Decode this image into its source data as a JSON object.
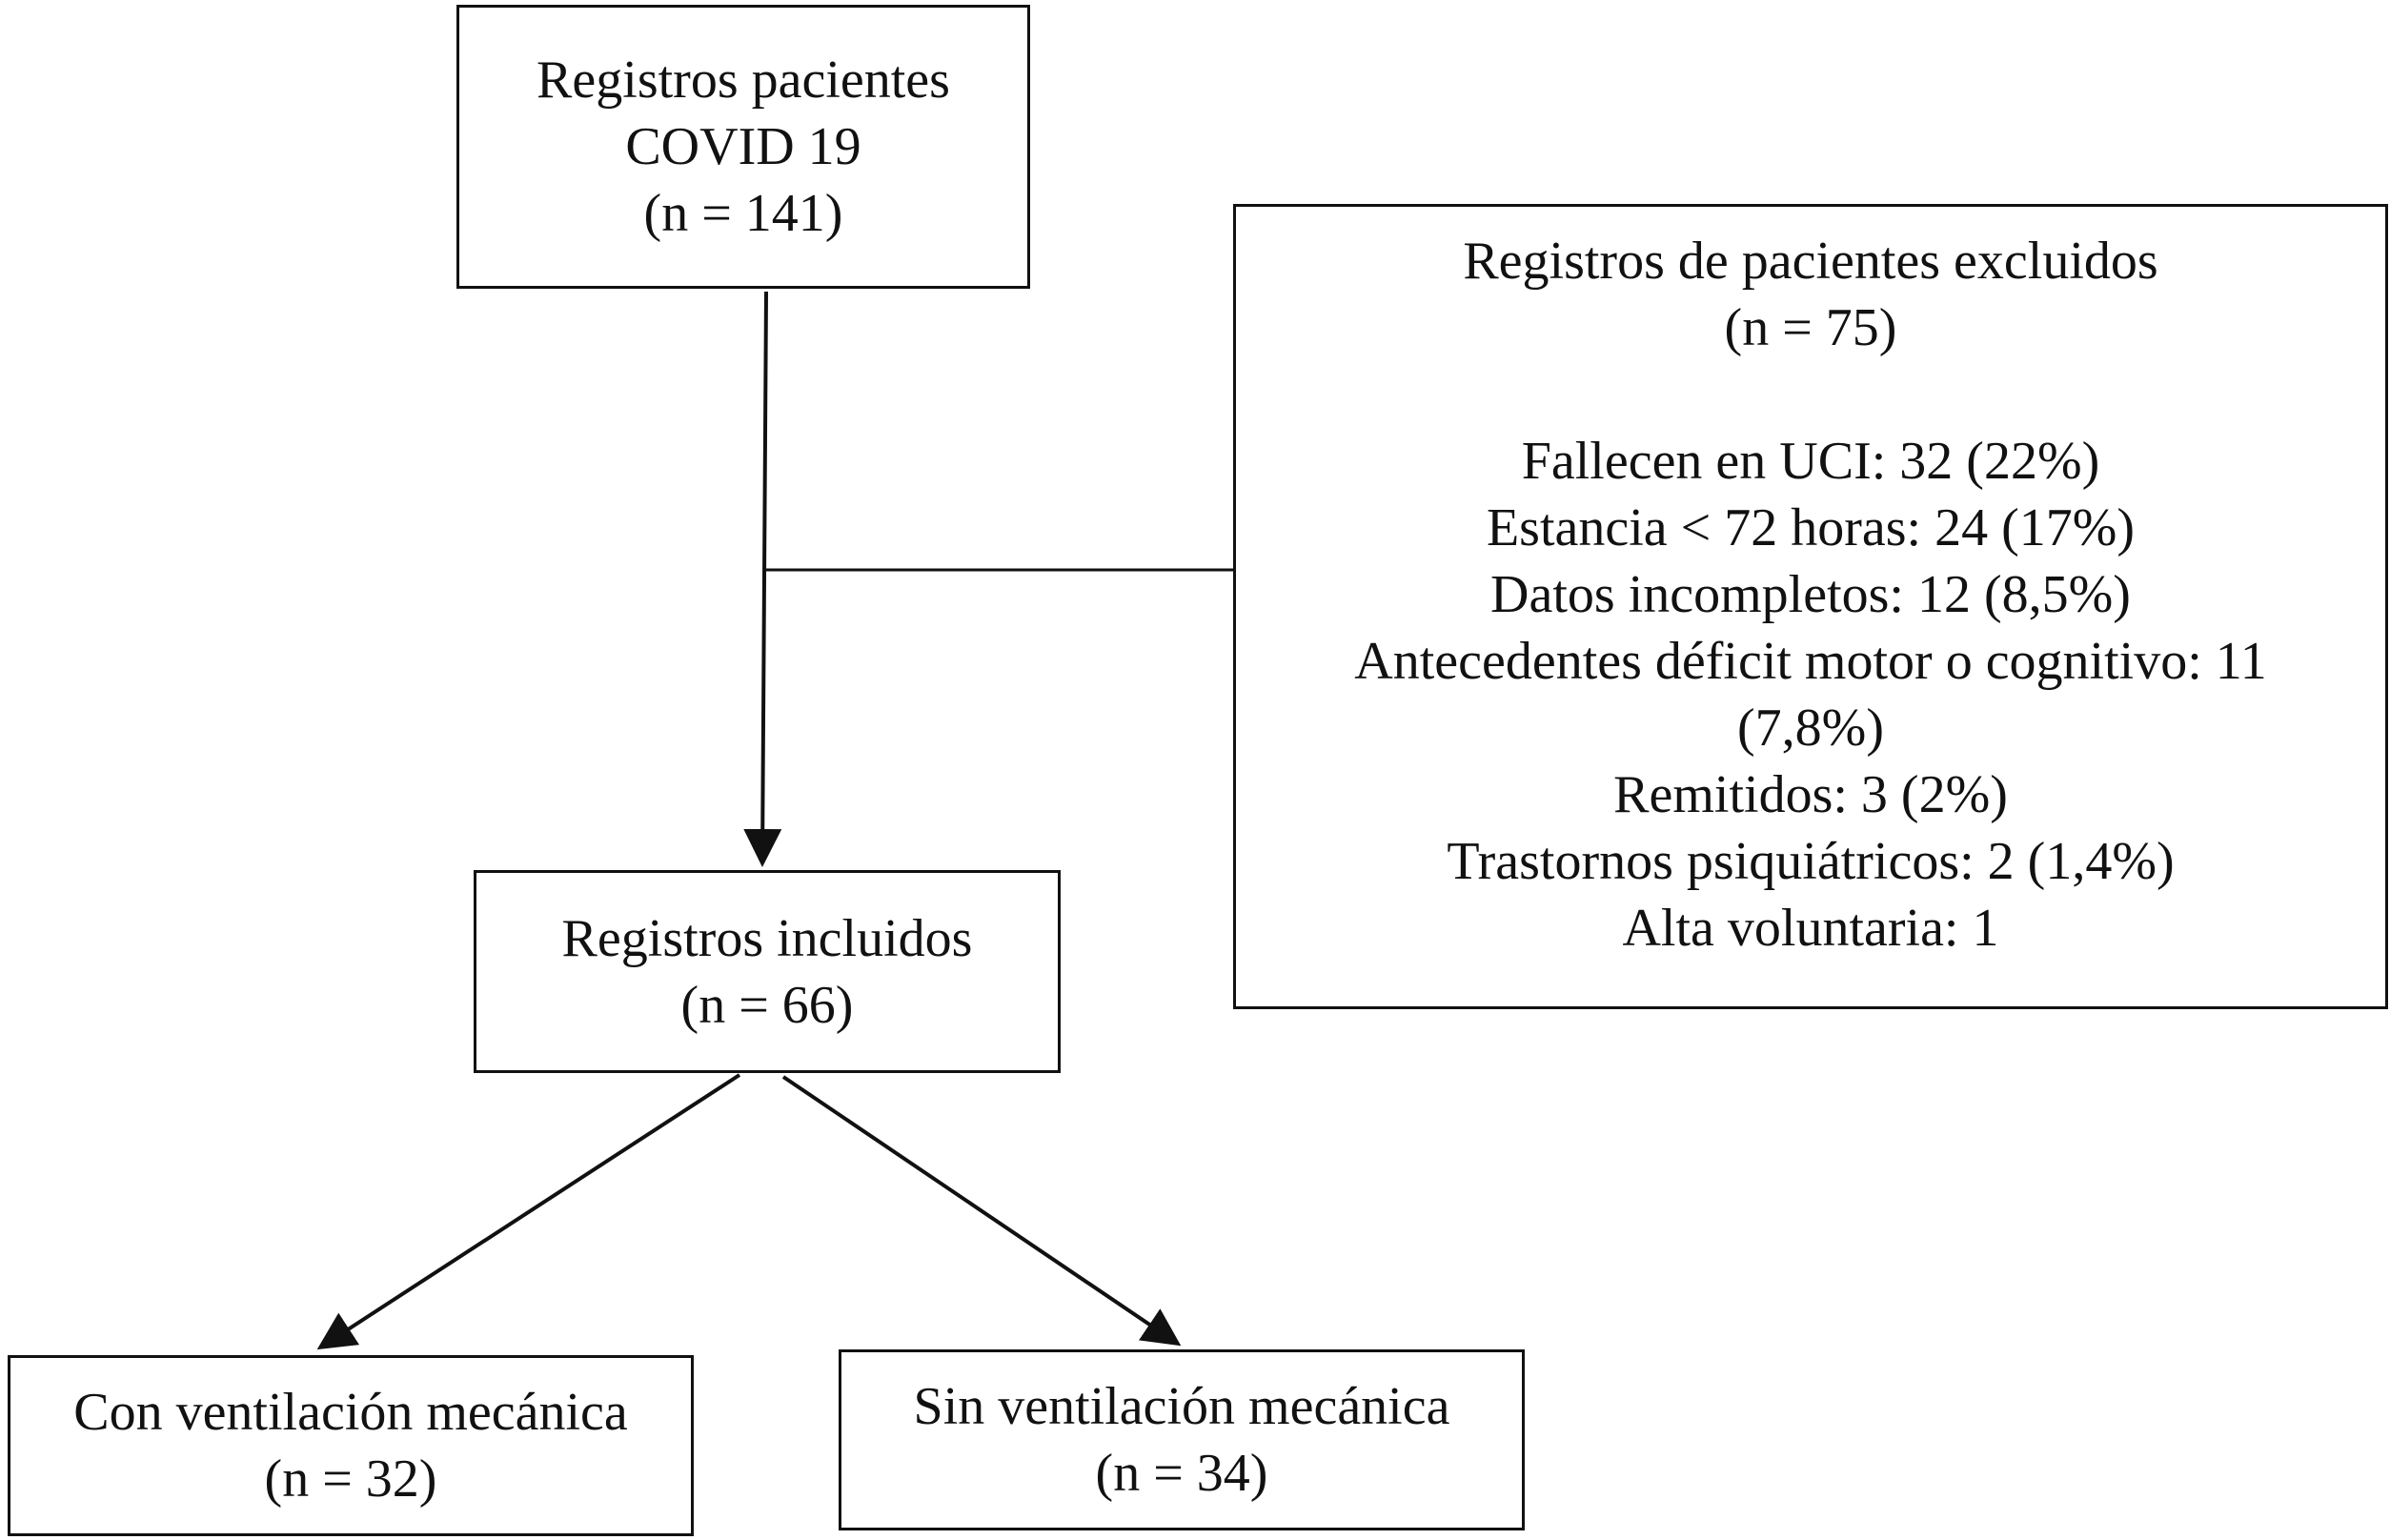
{
  "boxes": {
    "total": {
      "lines": [
        "Registros pacientes",
        "COVID 19",
        "(n = 141)"
      ]
    },
    "excluded": {
      "title": "Registros de pacientes excluidos",
      "count": "(n = 75)",
      "reasons": [
        "Fallecen en UCI: 32 (22%)",
        "Estancia < 72 horas: 24 (17%)",
        "Datos incompletos: 12 (8,5%)",
        "Antecedentes déficit motor o cognitivo: 11",
        "(7,8%)",
        "Remitidos: 3 (2%)",
        "Trastornos psiquiátricos: 2 (1,4%)",
        "Alta voluntaria: 1"
      ]
    },
    "included": {
      "lines": [
        "Registros incluidos",
        "(n = 66)"
      ]
    },
    "with_vm": {
      "lines": [
        "Con ventilación mecánica",
        "(n = 32)"
      ]
    },
    "without_vm": {
      "lines": [
        "Sin ventilación mecánica",
        "(n = 34)"
      ]
    }
  },
  "colors": {
    "stroke": "#111111",
    "background": "#ffffff"
  }
}
